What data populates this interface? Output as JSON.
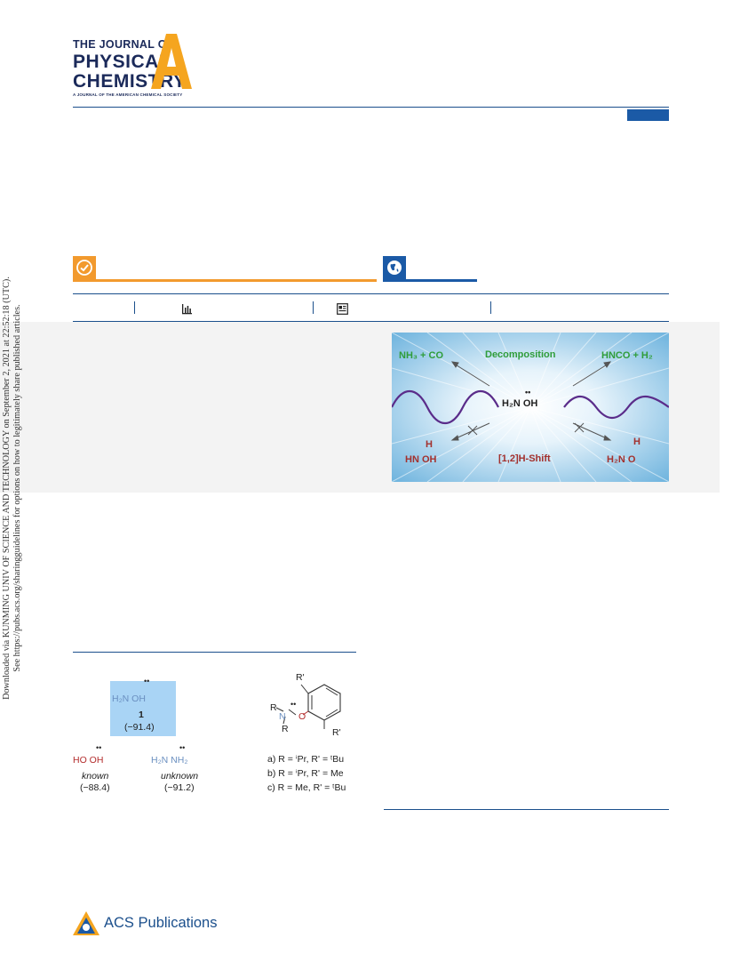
{
  "journal": {
    "line1": "THE JOURNAL OF",
    "line2": "PHYSICAL",
    "line3": "CHEMISTRY",
    "line4": "A JOURNAL OF THE AMERICAN CHEMICAL SOCIETY",
    "letter": "A"
  },
  "sidebar_download": {
    "line1": "Downloaded via KUNMING UNIV OF SCIENCE AND TECHNOLOGY on September 2, 2021 at 22:52:18 (UTC).",
    "line2": "See https://pubs.acs.org/sharingguidelines for options on how to legitimately share published articles."
  },
  "toc_graphic": {
    "top_left": "NH₃ + CO",
    "top_center": "Decomposition",
    "top_right": "HNCO + H₂",
    "center_molecule": "H₂N   OH",
    "center_dots": "••",
    "bottom_center": "[1,2]H-Shift",
    "bottom_left_h": "H",
    "bottom_left": "HN   OH",
    "bottom_right_h": "H",
    "bottom_right": "H₂N   O"
  },
  "figure": {
    "m1_top": "H₂N   OH",
    "m1_dots": "••",
    "m1_num": "1",
    "m1_val": "(−91.4)",
    "m2": "HO   OH",
    "m2_dots": "••",
    "m2_label": "known",
    "m2_val": "(−88.4)",
    "m3": "H₂N   NH₂",
    "m3_dots": "••",
    "m3_label": "unknown",
    "m3_val": "(−91.2)",
    "aryl_r_prime_top": "R'",
    "aryl_r_prime_bottom": "R'",
    "aryl_r_top": "R",
    "aryl_n": "N",
    "aryl_r_bottom": "R",
    "aryl_o": "O",
    "aryl_dots": "••",
    "variant_a": "a) R = ⁱPr, R' = ᵗBu",
    "variant_b": "b) R = ⁱPr, R' = Me",
    "variant_c": "c) R = Me, R' = ᵗBu"
  },
  "footer": {
    "publisher": "ACS Publications"
  },
  "colors": {
    "navy": "#1b2a5a",
    "acs_blue": "#1b5aa6",
    "orange": "#f29a2e",
    "highlight": "#a9d4f5"
  }
}
